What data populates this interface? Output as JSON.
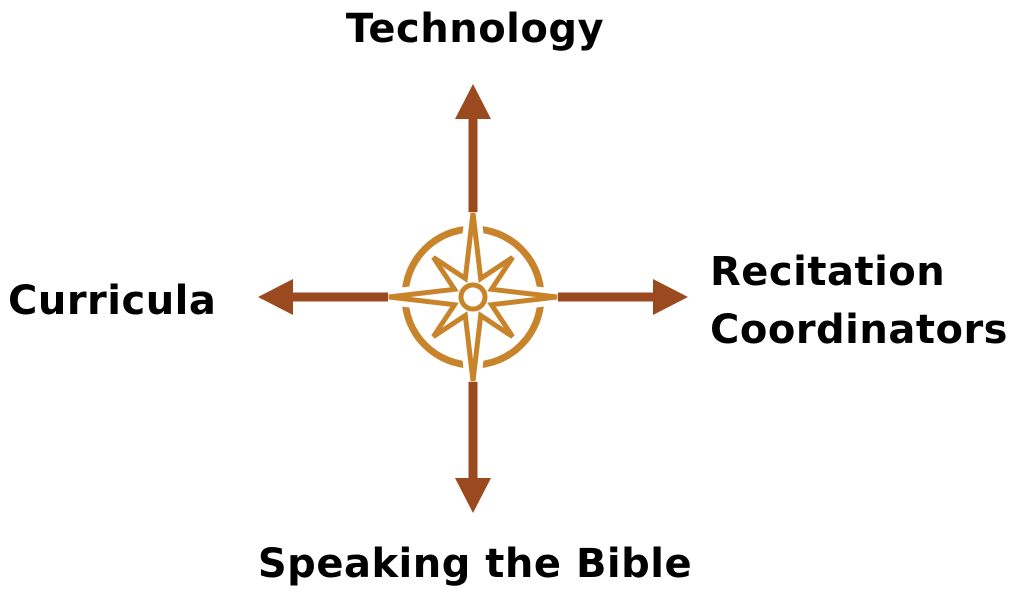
{
  "labels": {
    "top": "Technology",
    "left": "Curricula",
    "right_line1": "Recitation",
    "right_line2": "Coordinators",
    "bottom": "Speaking the Bible"
  },
  "colors": {
    "arrow": "#9a4a1e",
    "compass": "#c8842a",
    "text": "#000000"
  },
  "icons": {
    "center": "compass-rose-icon"
  }
}
